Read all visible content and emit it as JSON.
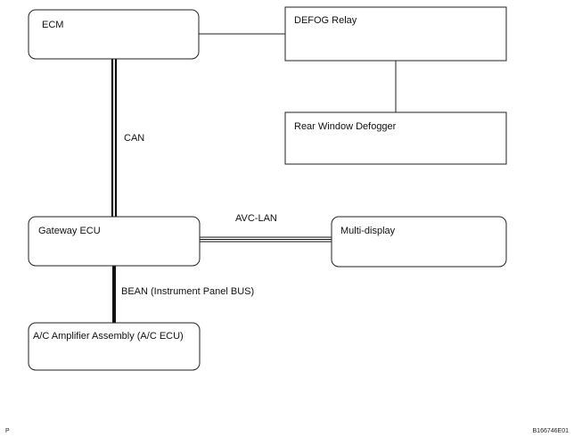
{
  "nodes": {
    "ecm": "ECM",
    "defog_relay": "DEFOG Relay",
    "rear_window_defogger": "Rear Window Defogger",
    "gateway_ecu": "Gateway ECU",
    "multi_display": "Multi-display",
    "ac_amplifier": "A/C Amplifier Assembly (A/C ECU)"
  },
  "connections": {
    "can": "CAN",
    "avc_lan": "AVC-LAN",
    "bean": "BEAN (Instrument Panel BUS)"
  },
  "footer": {
    "left_mark": "P",
    "code": "B166746E01"
  },
  "colors": {
    "line": "#111111",
    "box_stroke": "#222222",
    "background": "#ffffff"
  }
}
